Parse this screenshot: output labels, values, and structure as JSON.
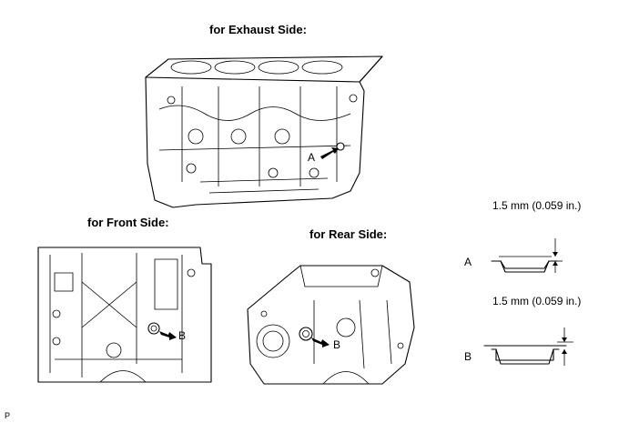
{
  "labels": {
    "exhaust_title": "for Exhaust Side:",
    "front_title": "for Front Side:",
    "rear_title": "for Rear Side:",
    "marker_a": "A",
    "marker_b": "B",
    "dim_a": "1.5 mm (0.059 in.)",
    "dim_b": "1.5 mm (0.059 in.)",
    "detail_a": "A",
    "detail_b": "B",
    "footer": "P"
  }
}
